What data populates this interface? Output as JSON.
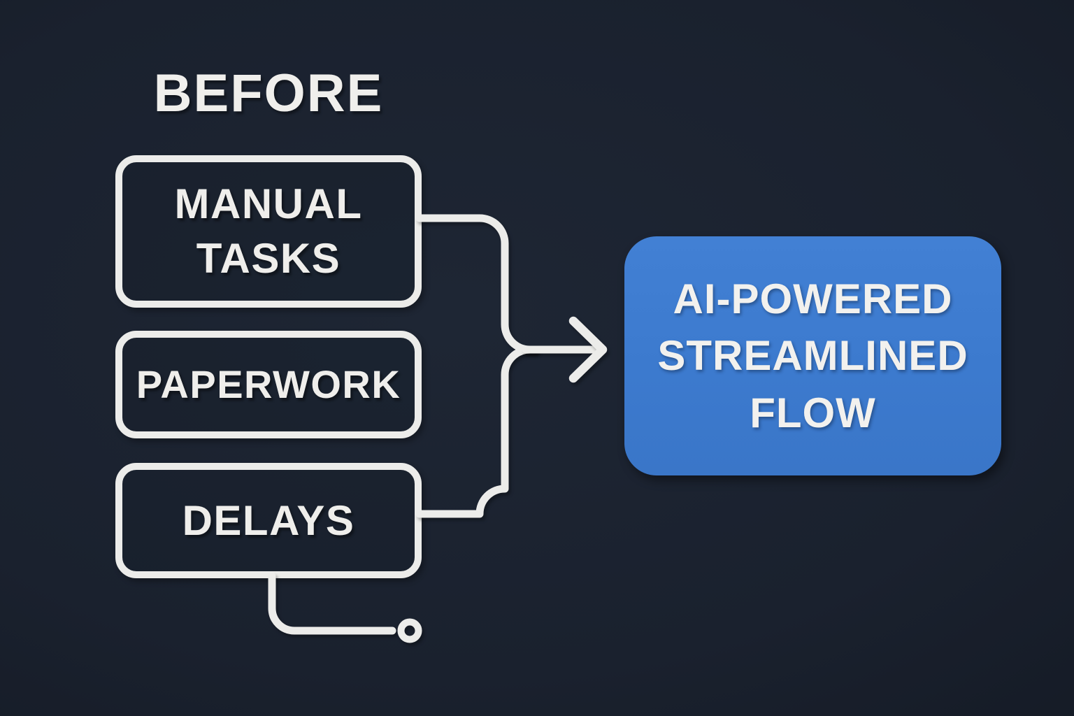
{
  "diagram": {
    "heading": "BEFORE",
    "before_nodes": [
      {
        "id": "manual-tasks",
        "lines": [
          "MANUAL",
          "TASKS"
        ]
      },
      {
        "id": "paperwork",
        "lines": [
          "PAPERWORK"
        ]
      },
      {
        "id": "delays",
        "lines": [
          "DELAYS"
        ]
      }
    ],
    "result_node": {
      "id": "ai-powered-streamlined-flow",
      "lines": [
        "AI-POWERED",
        "STREAMLINED",
        "FLOW"
      ]
    },
    "colors": {
      "background": "#1a212e",
      "background_edge": "#111622",
      "line": "#ececea",
      "text": "#f0efec",
      "accent_blue": "#3c7ace",
      "result_text": "#f2f1ee"
    }
  }
}
